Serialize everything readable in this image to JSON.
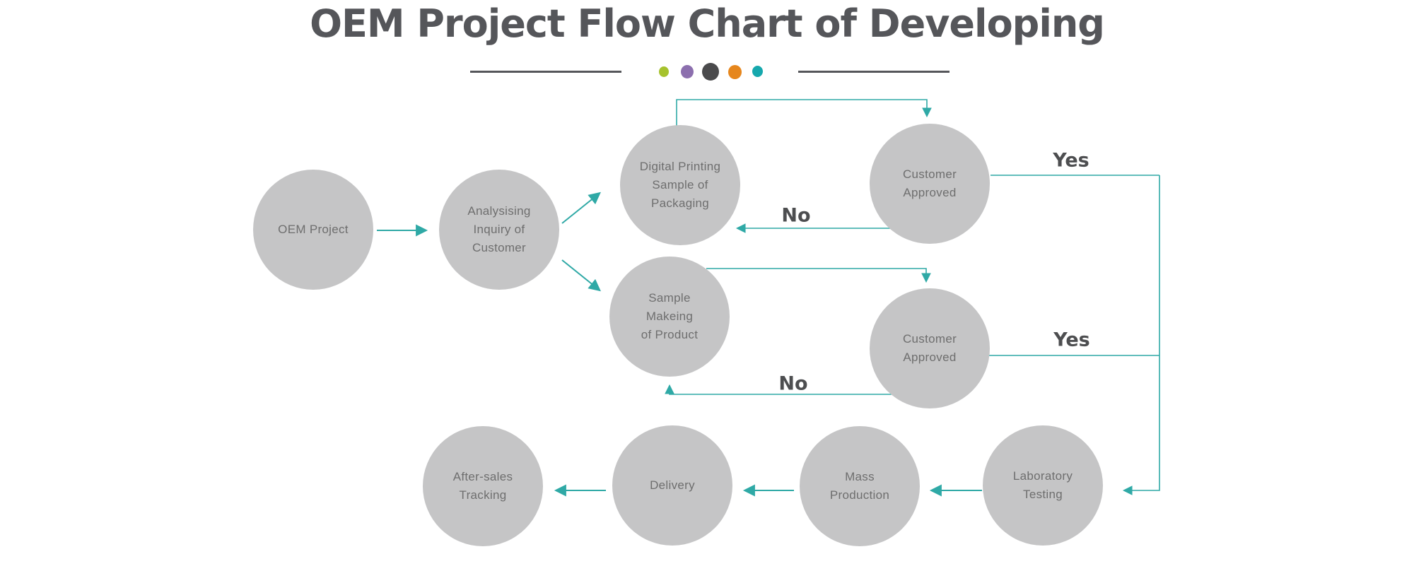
{
  "title": "OEM Project Flow Chart of Developing",
  "nodes": [
    {
      "id": "oem-project",
      "label": "OEM Project"
    },
    {
      "id": "analysing-inquiry",
      "label": "Analysising\nInquiry of\nCustomer"
    },
    {
      "id": "digital-printing-sample",
      "label": "Digital Printing\nSample of\nPackaging"
    },
    {
      "id": "customer-approved-packaging",
      "label": "Customer\nApproved"
    },
    {
      "id": "sample-making-product",
      "label": "Sample\nMakeing\nof Product"
    },
    {
      "id": "customer-approved-product",
      "label": "Customer\nApproved"
    },
    {
      "id": "laboratory-testing",
      "label": "Laboratory\nTesting"
    },
    {
      "id": "mass-production",
      "label": "Mass\nProduction"
    },
    {
      "id": "delivery",
      "label": "Delivery"
    },
    {
      "id": "after-sales-tracking",
      "label": "After-sales\nTracking"
    }
  ],
  "edge_labels": [
    {
      "id": "yes-packaging",
      "text": "Yes"
    },
    {
      "id": "no-packaging",
      "text": "No"
    },
    {
      "id": "yes-product",
      "text": "Yes"
    },
    {
      "id": "no-product",
      "text": "No"
    }
  ],
  "colors": {
    "connector": "#2FA9A6",
    "node_fill": "#C5C5C6",
    "node_text": "#6E6E6E",
    "title_text": "#55565A",
    "edge_label_text": "#4D4E50",
    "divider_line": "#55565A",
    "dot_green": "#A6C22D",
    "dot_purple": "#8C6FAE",
    "dot_dark": "#4A4A4C",
    "dot_orange": "#E6861C",
    "dot_teal": "#16A8AD"
  }
}
